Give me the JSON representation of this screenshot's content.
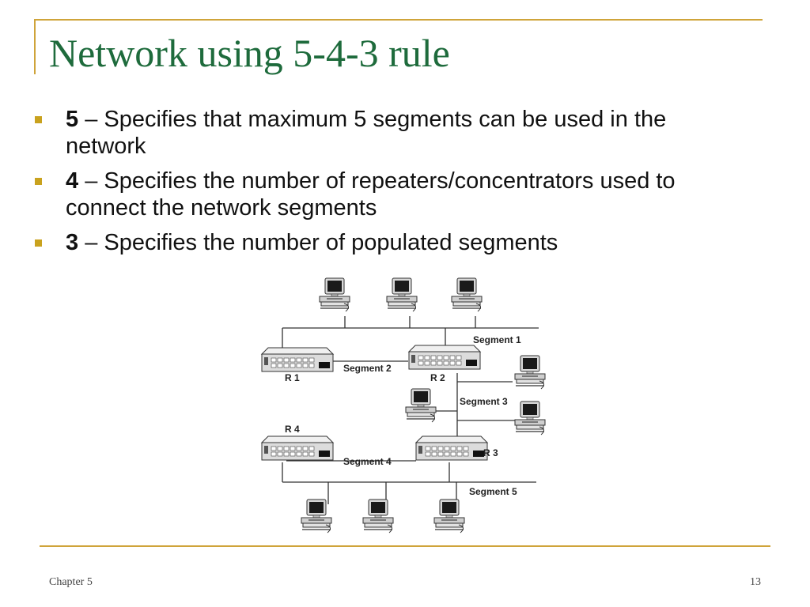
{
  "slide": {
    "title": "Network using 5-4-3 rule",
    "bullets": [
      {
        "number": "5",
        "text": " – Specifies that maximum 5 segments can be used in the network"
      },
      {
        "number": "4",
        "text": " – Specifies the number of repeaters/concentrators used to connect the network segments"
      },
      {
        "number": "3",
        "text": " – Specifies the number of populated segments"
      }
    ],
    "footer_left": "Chapter 5",
    "page_number": "13"
  },
  "diagram": {
    "labels": {
      "segment1": "Segment 1",
      "segment2": "Segment 2",
      "segment3": "Segment 3",
      "segment4": "Segment 4",
      "segment5": "Segment 5",
      "r1": "R 1",
      "r2": "R 2",
      "r3": "R 3",
      "r4": "R 4"
    }
  },
  "colors": {
    "title": "#1e6b3c",
    "accent": "#cfa43a",
    "bullet": "#c9a21e"
  }
}
